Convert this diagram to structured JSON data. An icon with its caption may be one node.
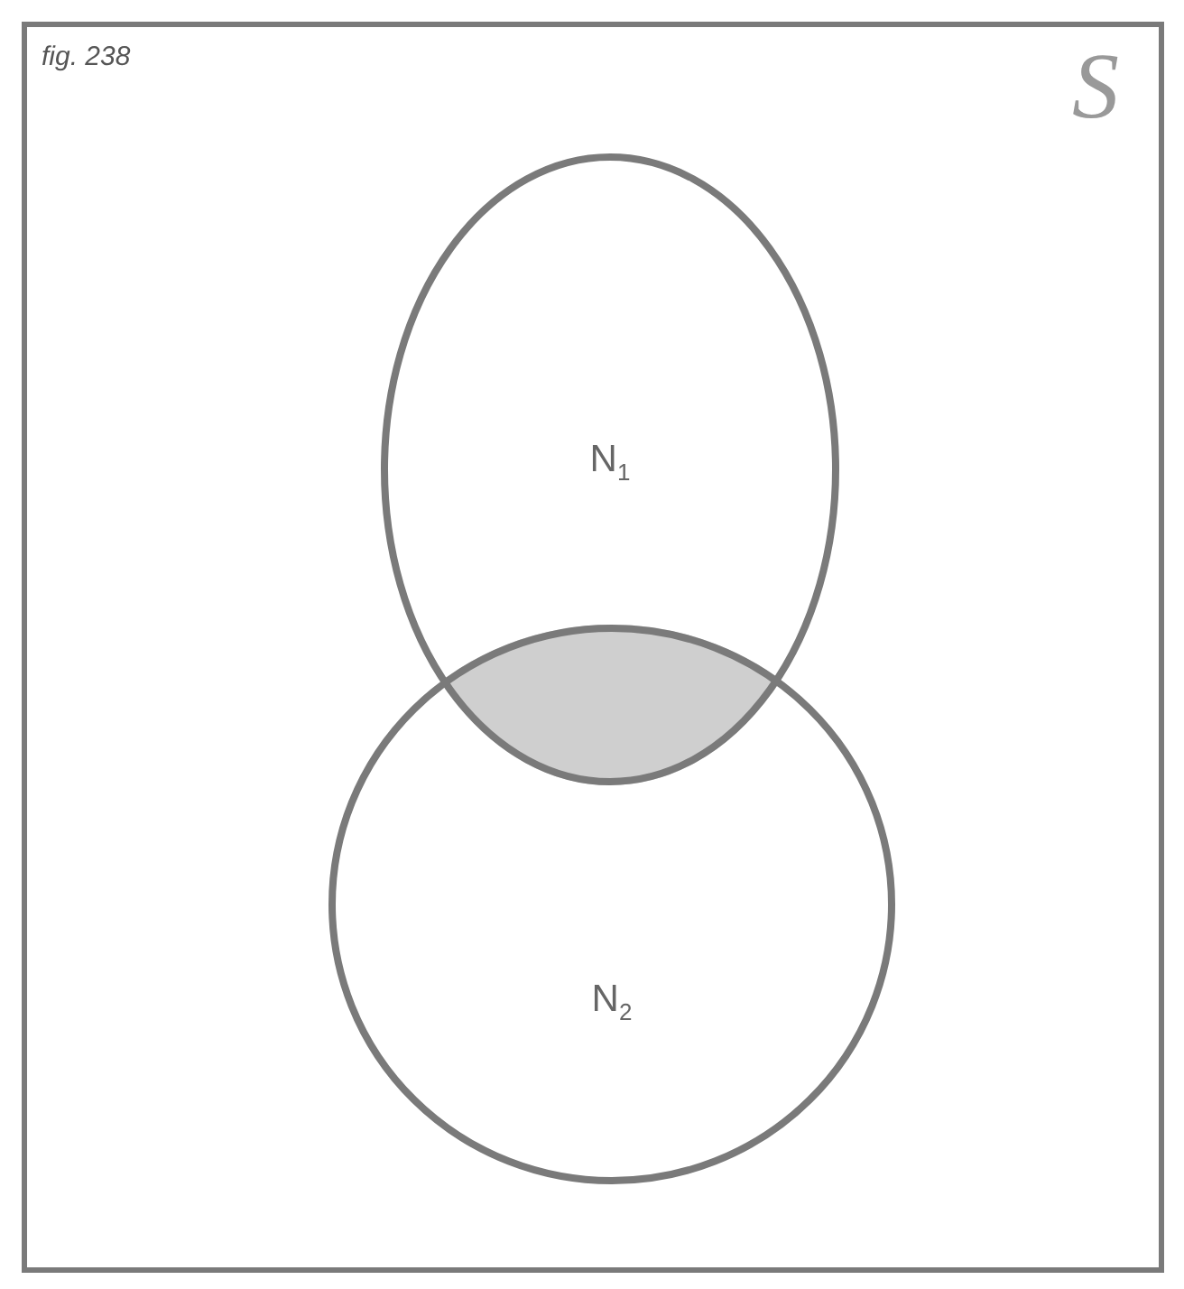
{
  "diagram": {
    "nodes": [
      {
        "text": [
          "S"
        ]
      },
      {
        "text": [
          "N$_{1}$"
        ],
        "in": 0
      },
      {
        "text": [
          "N$_{2}$"
        ],
        "in": 0
      },
      {
        "text": [],
        "shape": "lens",
        "in": 0
      }
    ],
    "labels": [
      "fig. 238"
    ]
  }
}
